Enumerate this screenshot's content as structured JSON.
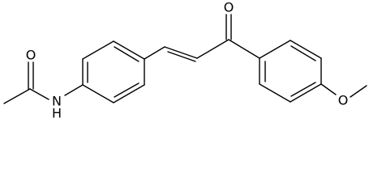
{
  "molecule": {
    "atoms": {
      "carbonyl_oxygen": "O",
      "amide_oxygen": "O",
      "amide_nitrogen": "N",
      "amide_hydrogen": "H",
      "ether_oxygen": "O"
    },
    "colors": {
      "bond": "#000000",
      "label": "#000000",
      "background": "#ffffff"
    }
  }
}
